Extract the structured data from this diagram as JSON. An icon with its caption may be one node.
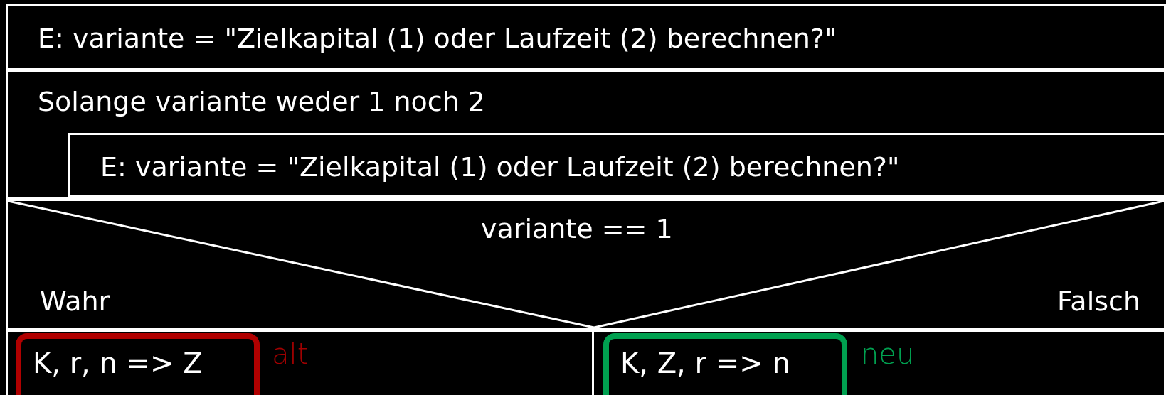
{
  "diagram": {
    "nodes": [
      {
        "text": [
          "E: variante = \"Zielkapital (1) oder Laufzeit (2) berechnen?\""
        ]
      },
      {
        "text": [
          "Solange variante weder 1 noch 2"
        ]
      },
      {
        "text": [
          "E: variante = \"Zielkapital (1) oder Laufzeit (2) berechnen?\""
        ],
        "in": 1
      },
      {
        "text": [
          "variante == 1",
          "Wahr",
          "Falsch"
        ]
      },
      {
        "text": [
          "K, r, n => Z"
        ],
        "beside": [
          "alt"
        ]
      },
      {
        "text": [
          "K, Z, r => n"
        ],
        "beside": [
          "neu"
        ]
      }
    ],
    "edges": []
  }
}
